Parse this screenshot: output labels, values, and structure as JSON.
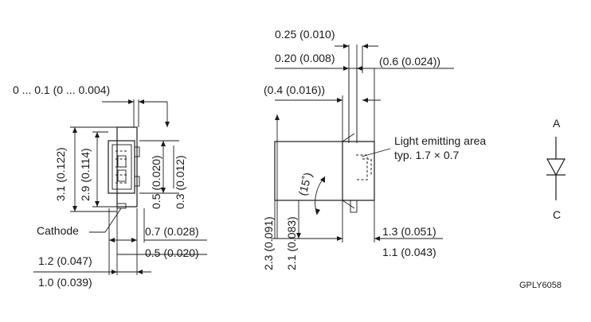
{
  "front_view": {
    "dim_top": "0 ... 0.1 (0 ... 0.004)",
    "dim_height_outer": "3.1 (0.122)",
    "dim_height_inner": "2.9 (0.114)",
    "dim_lead_outer": "0.5 (0.020)",
    "dim_lead_inner": "0.3 (0.012)",
    "cathode": "Cathode",
    "dim_width_a": "0.7 (0.028)",
    "dim_width_b": "0.5 (0.020)",
    "dim_base_outer": "1.2 (0.047)",
    "dim_base_inner": "1.0 (0.039)"
  },
  "side_view": {
    "dim_a": "0.25 (0.010)",
    "dim_b": "0.20 (0.008)",
    "dim_c": "(0.6 (0.024))",
    "dim_d": "(0.4 (0.016))",
    "angle": "(15˚)",
    "emitting_line1": "Light emitting area",
    "emitting_line2": "typ. 1.7 × 0.7",
    "dim_height_outer": "2.3 (0.091)",
    "dim_height_inner": "2.1 (0.083)",
    "dim_right_a": "1.3 (0.051)",
    "dim_right_b": "1.1 (0.043)"
  },
  "symbol": {
    "anode": "A",
    "cathode": "C"
  },
  "drawing_code": "GPLY6058"
}
